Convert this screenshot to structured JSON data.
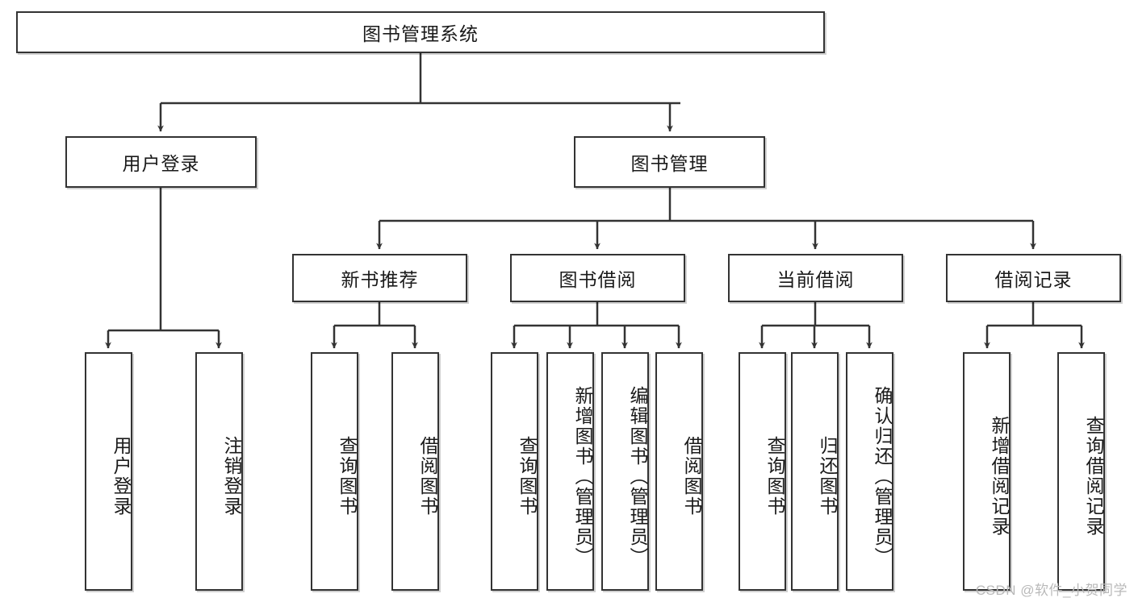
{
  "diagram": {
    "title": "图书管理系统",
    "type": "tree-hierarchy",
    "watermark": "CSDN @软件_小贺同学",
    "colors": {
      "box_border": "#333333",
      "box_fill": "#ffffff",
      "connector": "#333333",
      "text": "#1a1a1a",
      "watermark": "#b9b9b9"
    },
    "root": {
      "label": "图书管理系统",
      "orientation": "horizontal"
    },
    "level2": [
      {
        "label": "用户登录",
        "orientation": "horizontal"
      },
      {
        "label": "图书管理",
        "orientation": "horizontal"
      }
    ],
    "level3": [
      {
        "label": "新书推荐",
        "orientation": "horizontal"
      },
      {
        "label": "图书借阅",
        "orientation": "horizontal"
      },
      {
        "label": "当前借阅",
        "orientation": "horizontal"
      },
      {
        "label": "借阅记录",
        "orientation": "horizontal"
      }
    ],
    "leaves": {
      "user_login": [
        {
          "label": "用户登录",
          "orientation": "vertical"
        },
        {
          "label": "注销登录",
          "orientation": "vertical"
        }
      ],
      "new_book_recommend": [
        {
          "label": "查询图书",
          "orientation": "vertical"
        },
        {
          "label": "借阅图书",
          "orientation": "vertical"
        }
      ],
      "book_borrow": [
        {
          "label": "查询图书",
          "orientation": "vertical"
        },
        {
          "label": "新增图书（管理员）",
          "orientation": "vertical"
        },
        {
          "label": "编辑图书（管理员）",
          "orientation": "vertical"
        },
        {
          "label": "借阅图书",
          "orientation": "vertical"
        }
      ],
      "current_borrow": [
        {
          "label": "查询图书",
          "orientation": "vertical"
        },
        {
          "label": "归还图书",
          "orientation": "vertical"
        },
        {
          "label": "确认归还（管理员）",
          "orientation": "vertical"
        }
      ],
      "borrow_record": [
        {
          "label": "新增借阅记录",
          "orientation": "vertical"
        },
        {
          "label": "查询借阅记录",
          "orientation": "vertical"
        }
      ]
    }
  }
}
